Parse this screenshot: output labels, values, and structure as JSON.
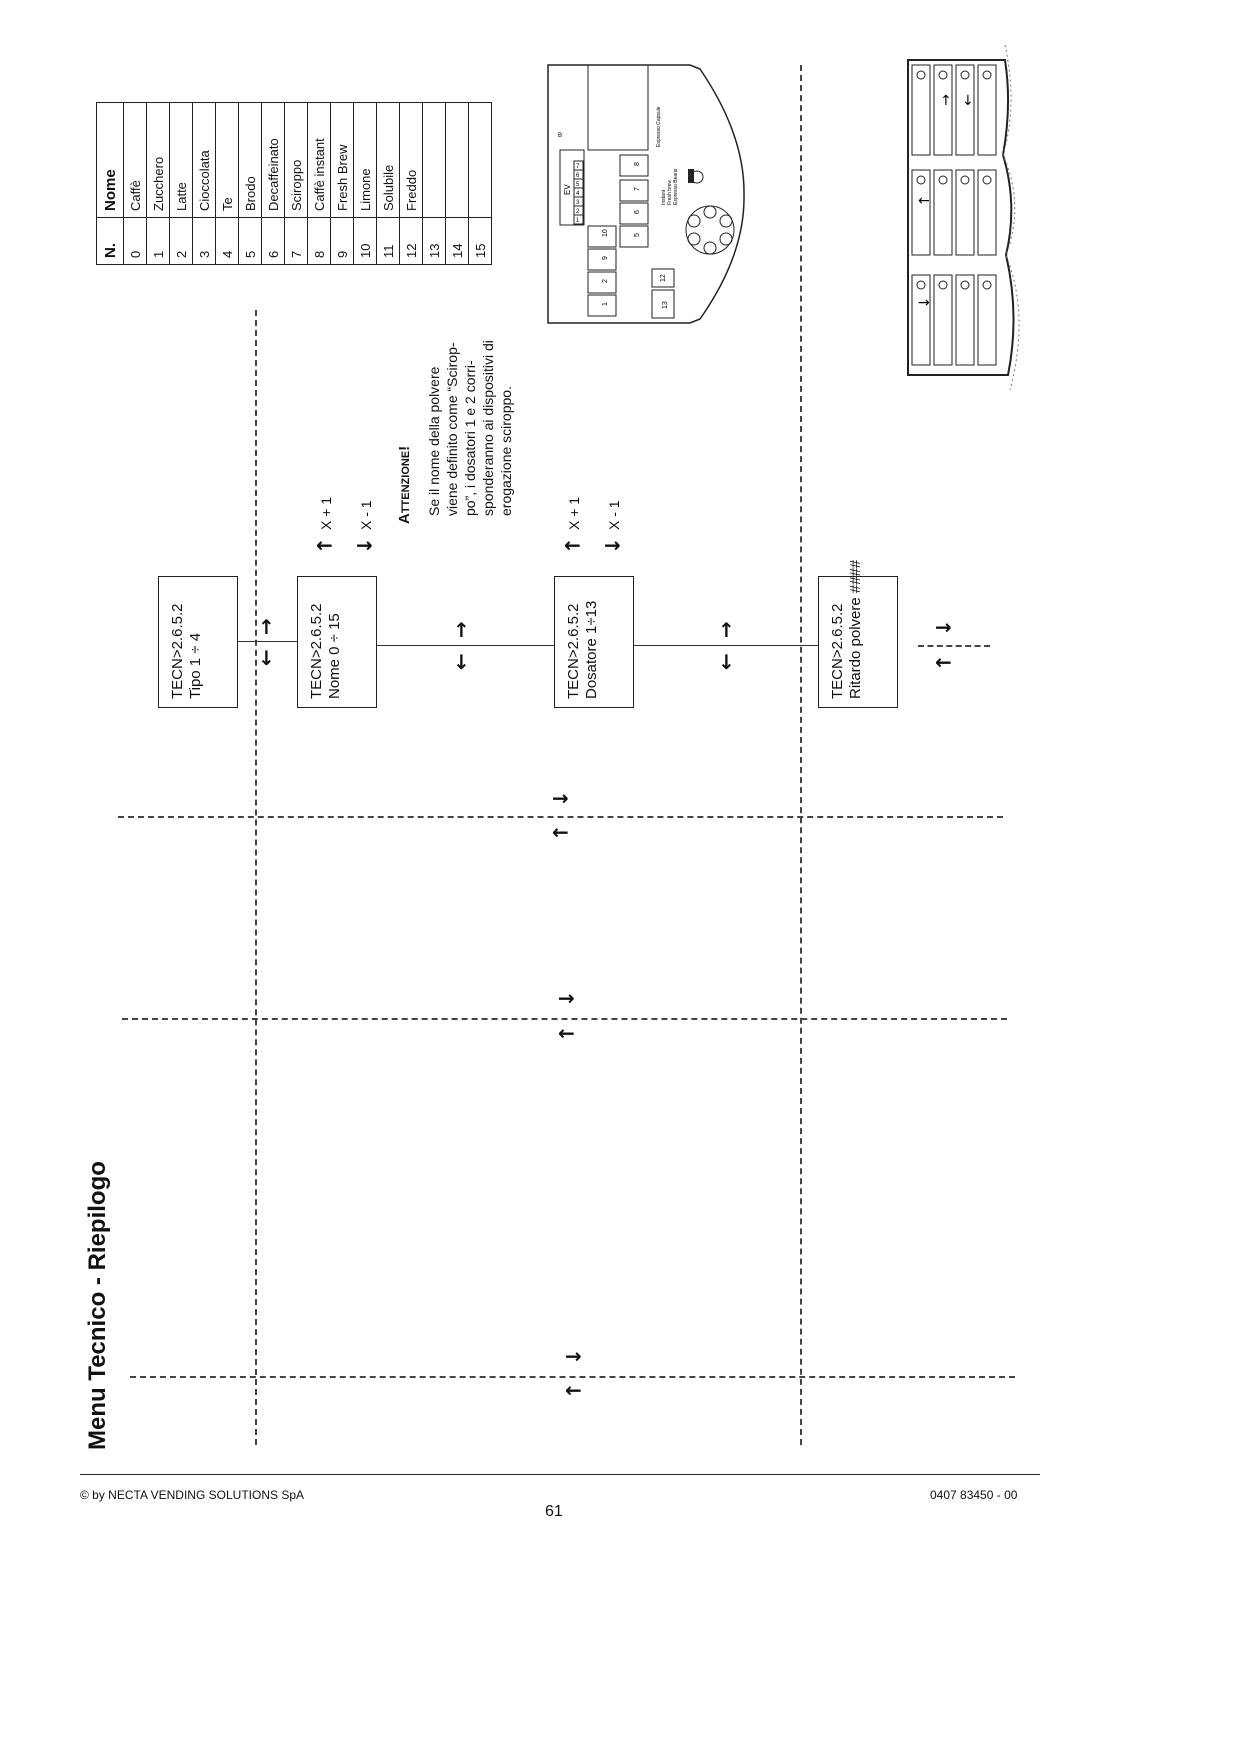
{
  "header": {
    "title": "Menu  Tecnico - Riepilogo"
  },
  "footer": {
    "copyright": "© by NECTA VENDING SOLUTIONS SpA",
    "page_number": "61",
    "doc_code": "0407 83450 - 00"
  },
  "powder_table": {
    "col_n": "N.",
    "col_name": "Nome",
    "rows": [
      {
        "n": "0",
        "name": "Caffè"
      },
      {
        "n": "1",
        "name": "Zucchero"
      },
      {
        "n": "2",
        "name": "Latte"
      },
      {
        "n": "3",
        "name": "Cioccolata"
      },
      {
        "n": "4",
        "name": "Te"
      },
      {
        "n": "5",
        "name": "Brodo"
      },
      {
        "n": "6",
        "name": "Decaffeinato"
      },
      {
        "n": "7",
        "name": "Sciroppo"
      },
      {
        "n": "8",
        "name": "Caffè instant"
      },
      {
        "n": "9",
        "name": "Fresh Brew"
      },
      {
        "n": "10",
        "name": "Limone"
      },
      {
        "n": "11",
        "name": "Solubile"
      },
      {
        "n": "12",
        "name": "Freddo"
      },
      {
        "n": "13",
        "name": ""
      },
      {
        "n": "14",
        "name": ""
      },
      {
        "n": "15",
        "name": ""
      }
    ]
  },
  "menu_boxes": {
    "tipo": {
      "line1": "TECN>2.6.5.2",
      "line2": "Tipo 1 ÷ 4"
    },
    "nome": {
      "line1": "TECN>2.6.5.2",
      "line2": "Nome 0 ÷ 15"
    },
    "dosatore": {
      "line1": "TECN>2.6.5.2",
      "line2": "Dosatore 1÷13"
    },
    "ritardo": {
      "line1": "TECN>2.6.5.2",
      "line2": "Ritardo polvere ####"
    }
  },
  "key_labels": {
    "plus": "X + 1",
    "minus": "X - 1"
  },
  "warning": {
    "title": "Attenzione!",
    "lines": [
      "Se il nome della polvere",
      "viene definito come “Scirop-",
      "po”, i dosatori 1 e 2 corri-",
      "sponderanno ai dispositivi di",
      "erogazione sciroppo."
    ]
  },
  "machine_diagram": {
    "ev_label": "EV",
    "ev_cells": [
      "1",
      "2",
      "3",
      "4",
      "5",
      "6",
      "7"
    ],
    "doser_numbers": [
      "1",
      "2",
      "9",
      "10",
      "5",
      "6",
      "7",
      "8"
    ],
    "extra_numbers": [
      "13",
      "12",
      "B"
    ],
    "text_lines": [
      "Espresso Capsule",
      "Instant",
      "Fresh brew",
      "Espresso Beans"
    ]
  },
  "icons": {
    "arrow_right": "→",
    "arrow_left": "←",
    "arrow_up": "↑",
    "arrow_down": "↓"
  }
}
